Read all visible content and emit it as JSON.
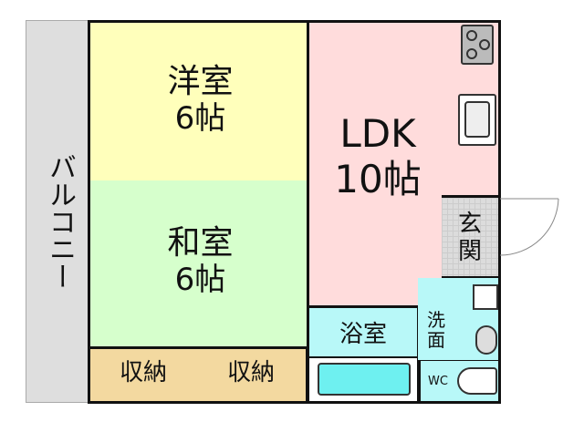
{
  "rooms": {
    "western": {
      "name": "洋室",
      "size": "6帖",
      "color": "#ffffbb"
    },
    "japanese": {
      "name": "和室",
      "size": "6帖",
      "color": "#d6ffcc"
    },
    "ldk": {
      "name": "LDK",
      "size": "10帖",
      "color": "#ffdcdc"
    },
    "balcony": {
      "name": "バルコニー",
      "color": "#dedede"
    },
    "storage1": {
      "name": "収納",
      "color": "#f3d9a0"
    },
    "storage2": {
      "name": "収納",
      "color": "#f3d9a0"
    },
    "entrance": {
      "name1": "玄",
      "name2": "関",
      "color": "#dcdcdc"
    },
    "bath": {
      "name": "浴室",
      "color": "#b8f8f8"
    },
    "wash": {
      "name1": "洗",
      "name2": "面",
      "color": "#b8f8f8"
    },
    "wc": {
      "name": "WC",
      "color": "#b8f8f8"
    }
  }
}
